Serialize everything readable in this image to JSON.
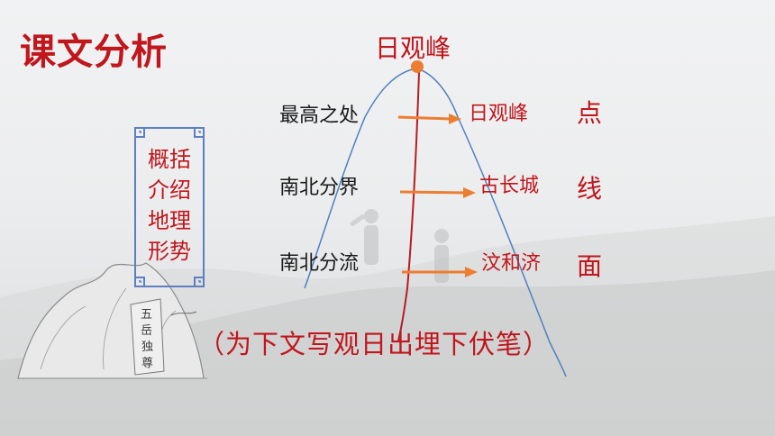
{
  "slide": {
    "title": "课文分析",
    "peak_label": "日观峰",
    "rows": [
      {
        "left": "最高之处",
        "right": "日观峰",
        "keyword": "点"
      },
      {
        "left": "南北分界",
        "right": "古长城",
        "keyword": "线"
      },
      {
        "left": "南北分流",
        "right": "汶和济",
        "keyword": "面"
      }
    ],
    "summary_box": [
      "概括",
      "介绍",
      "地理",
      "形势"
    ],
    "caption": "（为下文写观日出埋下伏笔）",
    "stone_inscription": "五岳独尊"
  },
  "colors": {
    "accent_red": "#c0161c",
    "arrow_orange": "#ed7d31",
    "mountain_blue": "#4f7fc0",
    "peak_dot": "#ed7d31",
    "box_border": "#5b7fc0"
  }
}
